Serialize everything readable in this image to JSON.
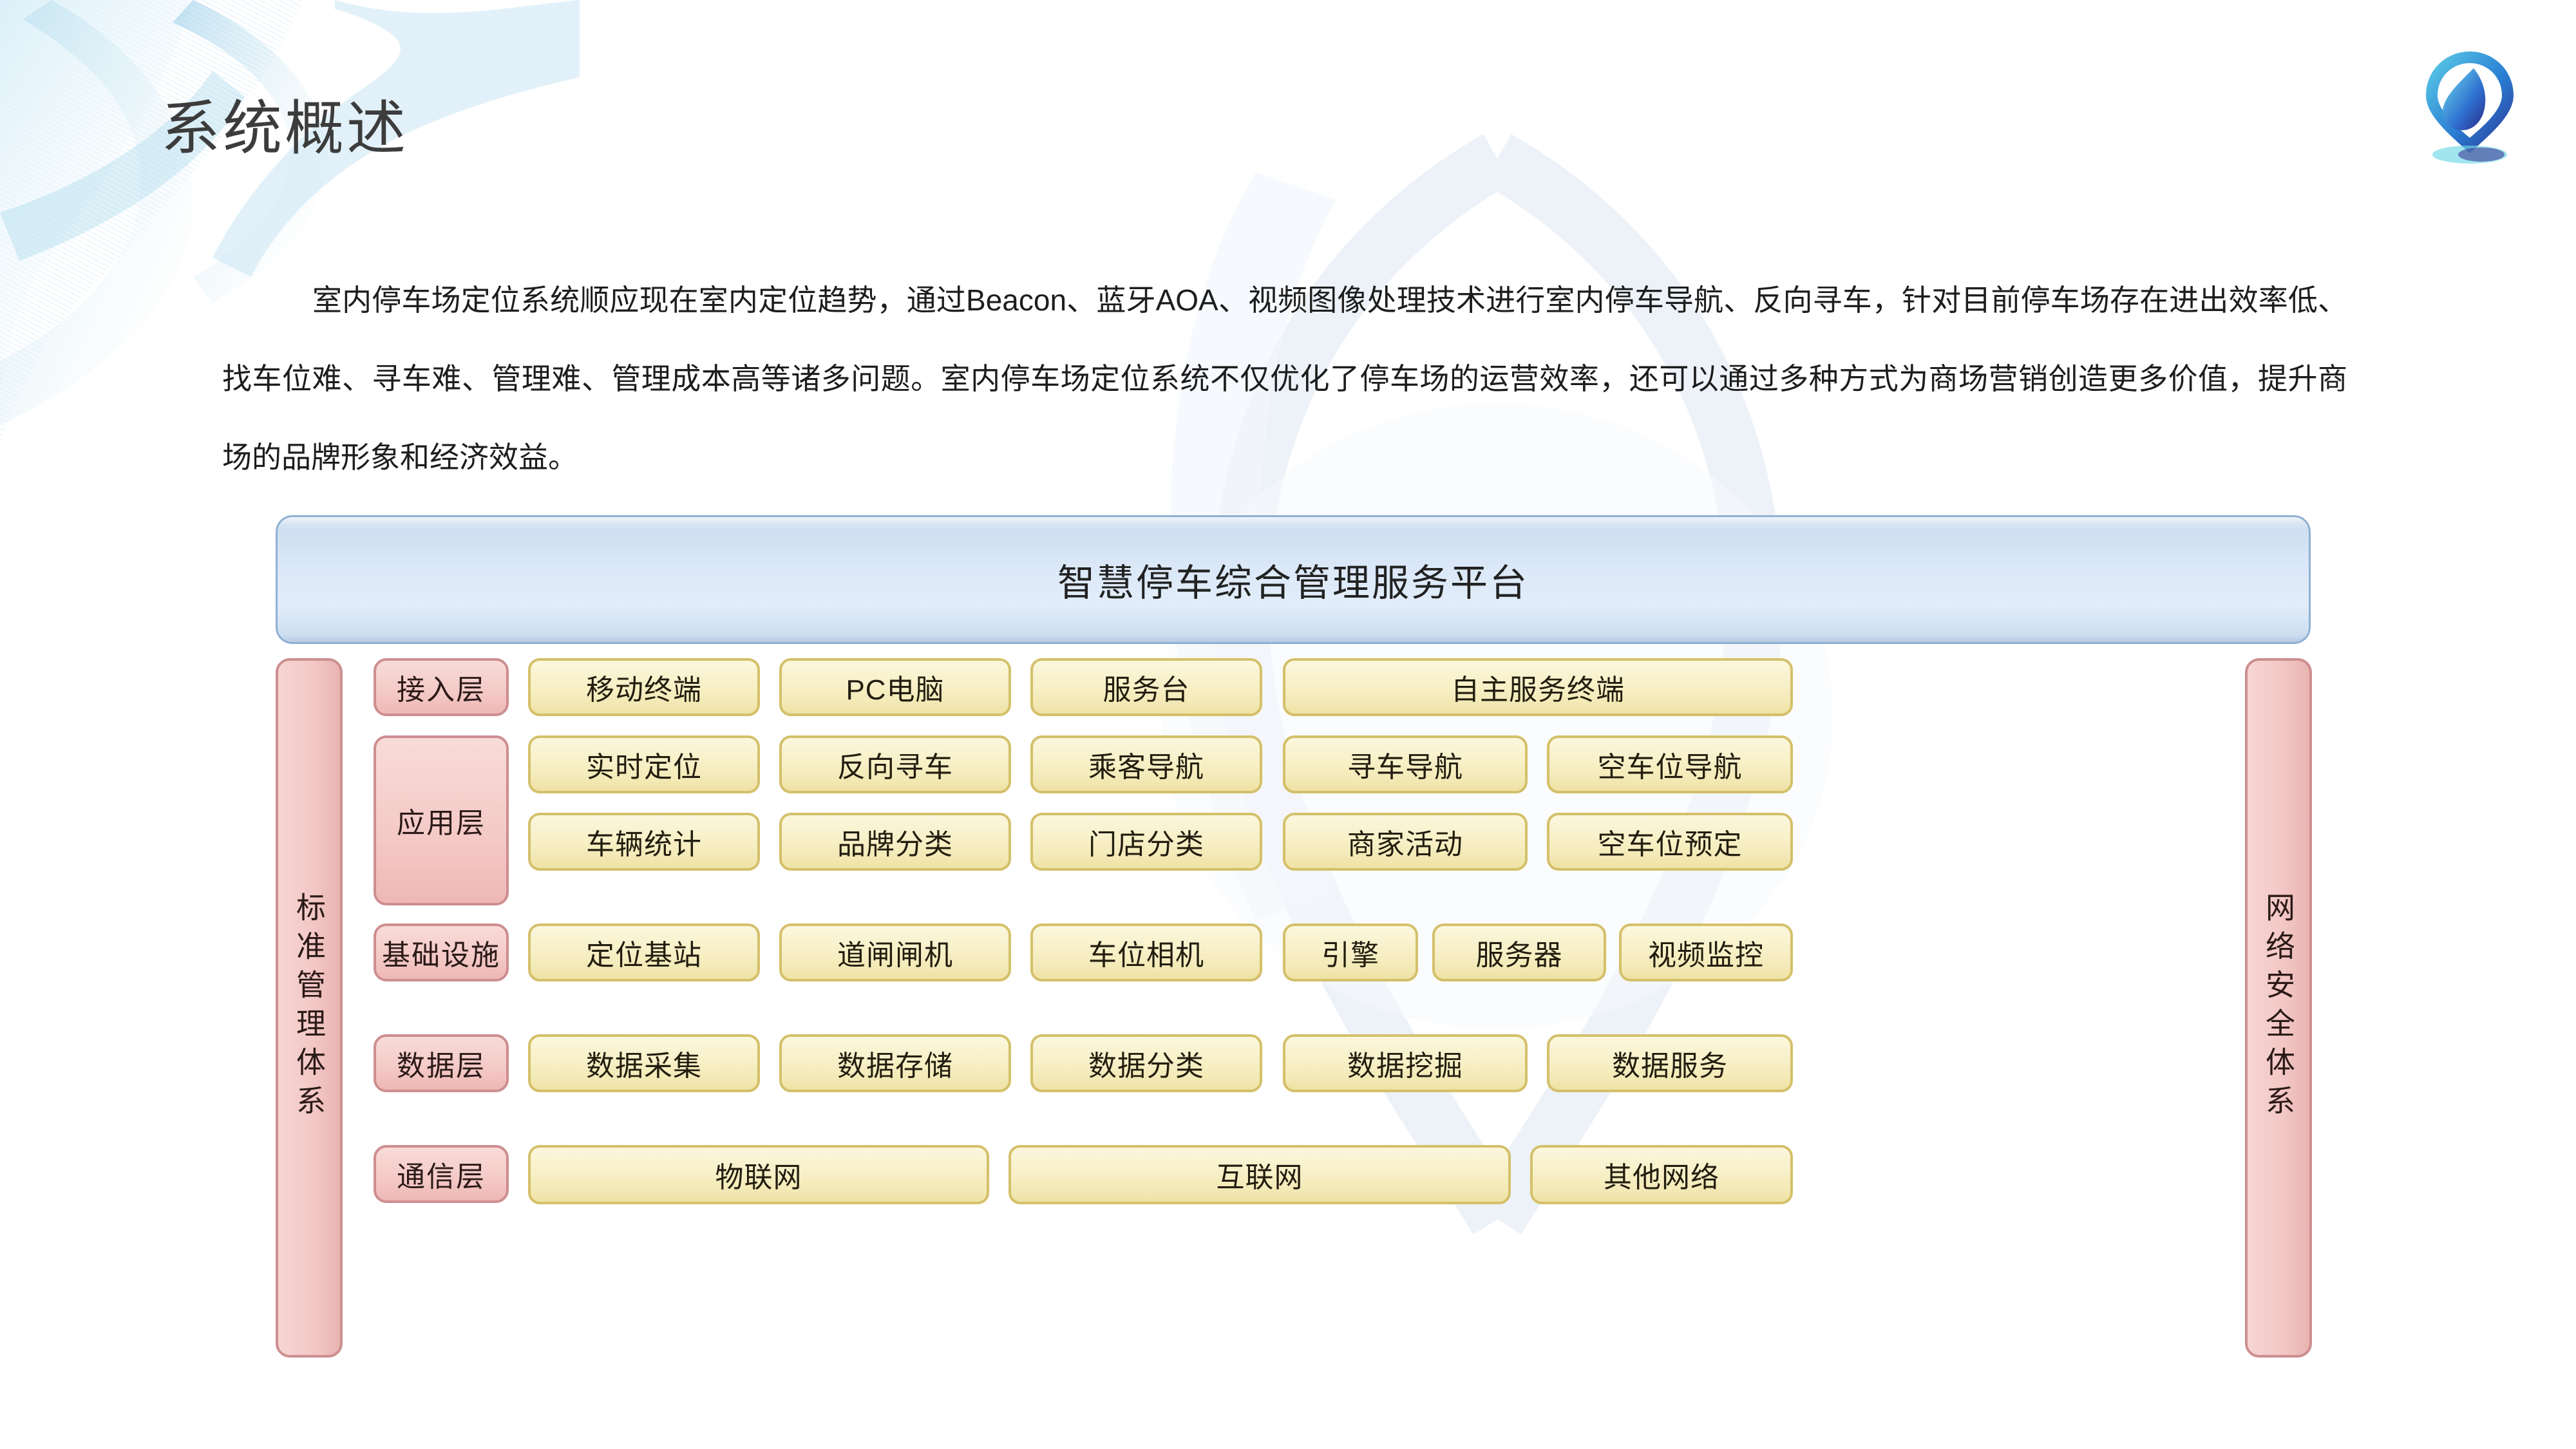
{
  "page": {
    "title": "系统概述",
    "logo_name": "location-pin-logo",
    "accent_blue": "#8fb0d4",
    "accent_pink": "#cd8e90",
    "accent_yellow": "#d4c06a"
  },
  "paragraph": "室内停车场定位系统顺应现在室内定位趋势，通过Beacon、蓝牙AOA、视频图像处理技术进行室内停车导航、反向寻车，针对目前停车场存在进出效率低、找车位难、寻车难、管理难、管理成本高等诸多问题。室内停车场定位系统不仅优化了停车场的运营效率，还可以通过多种方式为商场营销创造更多价值，提升商场的品牌形象和经济效益。",
  "diagram": {
    "platform": "智慧停车综合管理服务平台",
    "left_rail": "标准管理体系",
    "right_rail": "网络安全体系",
    "layers": [
      {
        "name": "接入层"
      },
      {
        "name": "应用层"
      },
      {
        "name": "基础设施"
      },
      {
        "name": "数据层"
      },
      {
        "name": "通信层"
      }
    ],
    "rows": [
      {
        "layer": "接入层",
        "cells": [
          "移动终端",
          "PC电脑",
          "服务台",
          "自主服务终端"
        ]
      },
      {
        "layer": "应用层",
        "cells": [
          "实时定位",
          "反向寻车",
          "乘客导航",
          "寻车导航",
          "空车位导航"
        ]
      },
      {
        "layer": "应用层",
        "cells": [
          "车辆统计",
          "品牌分类",
          "门店分类",
          "商家活动",
          "空车位预定"
        ]
      },
      {
        "layer": "基础设施",
        "cells": [
          "定位基站",
          "道闸闸机",
          "车位相机",
          "引擎",
          "服务器",
          "视频监控"
        ]
      },
      {
        "layer": "数据层",
        "cells": [
          "数据采集",
          "数据存储",
          "数据分类",
          "数据挖掘",
          "数据服务"
        ]
      },
      {
        "layer": "通信层",
        "cells": [
          "物联网",
          "互联网",
          "其他网络"
        ]
      }
    ]
  }
}
